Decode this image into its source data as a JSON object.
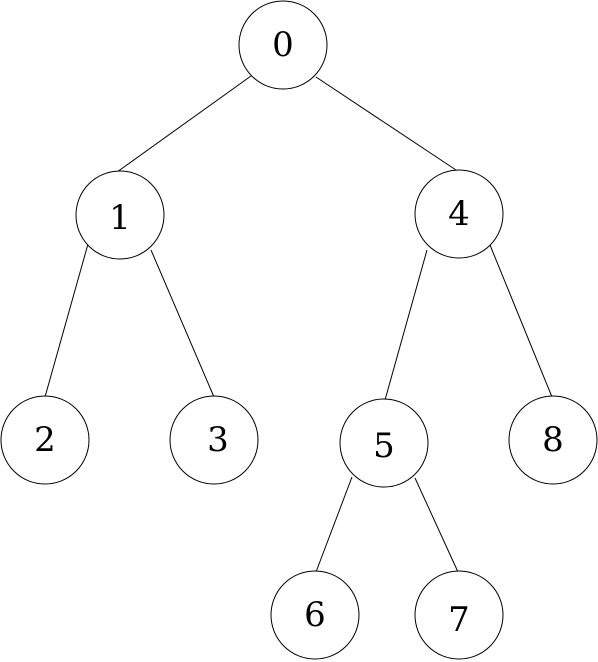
{
  "tree": {
    "nodes": [
      {
        "id": "0",
        "label": "0"
      },
      {
        "id": "1",
        "label": "1"
      },
      {
        "id": "4",
        "label": "4"
      },
      {
        "id": "2",
        "label": "2"
      },
      {
        "id": "3",
        "label": "3"
      },
      {
        "id": "5",
        "label": "5"
      },
      {
        "id": "8",
        "label": "8"
      },
      {
        "id": "6",
        "label": "6"
      },
      {
        "id": "7",
        "label": "7"
      }
    ],
    "edges": [
      {
        "from": "0",
        "to": "1"
      },
      {
        "from": "0",
        "to": "4"
      },
      {
        "from": "1",
        "to": "2"
      },
      {
        "from": "1",
        "to": "3"
      },
      {
        "from": "4",
        "to": "5"
      },
      {
        "from": "4",
        "to": "8"
      },
      {
        "from": "5",
        "to": "6"
      },
      {
        "from": "5",
        "to": "7"
      }
    ]
  }
}
